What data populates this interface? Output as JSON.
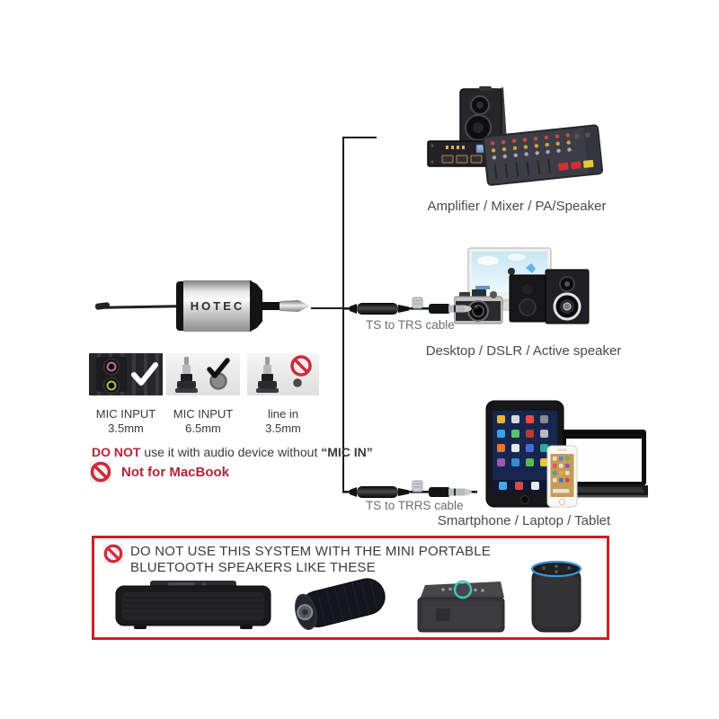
{
  "device": {
    "brand": "HOTEC"
  },
  "top_connection": {
    "caption": "Amplifier / Mixer / PA/Speaker"
  },
  "mid_connection": {
    "cable": "TS to TRS cable",
    "caption": "Desktop / DSLR / Active speaker"
  },
  "bottom_connection": {
    "cable": "TS to TRRS cable",
    "caption": "Smartphone / Laptop / Tablet"
  },
  "inputs": {
    "mic35": {
      "line1": "MIC INPUT",
      "line2": "3.5mm",
      "status": "allowed"
    },
    "mic65": {
      "line1": "MIC INPUT",
      "line2": "6.5mm",
      "status": "allowed"
    },
    "linein": {
      "line1": "line in",
      "line2": "3.5mm",
      "status": "prohibited"
    }
  },
  "warnings": {
    "do_not": "DO NOT",
    "do_not_rest": " use it with audio device without  ",
    "mic_in_quote": "“MIC IN”",
    "not_for_macbook": "Not for MacBook",
    "bt_line1": "DO NOT USE THIS SYSTEM WITH THE MINI PORTABLE",
    "bt_line2": "BLUETOOTH SPEAKERS LIKE THESE"
  },
  "colors": {
    "warning_red": "#b2253a",
    "box_border_red": "#cb2128",
    "caption_gray": "#4a4a4a",
    "cable_label_gray": "#6e6e6e",
    "prohibition_red": "#cf2a3a"
  }
}
